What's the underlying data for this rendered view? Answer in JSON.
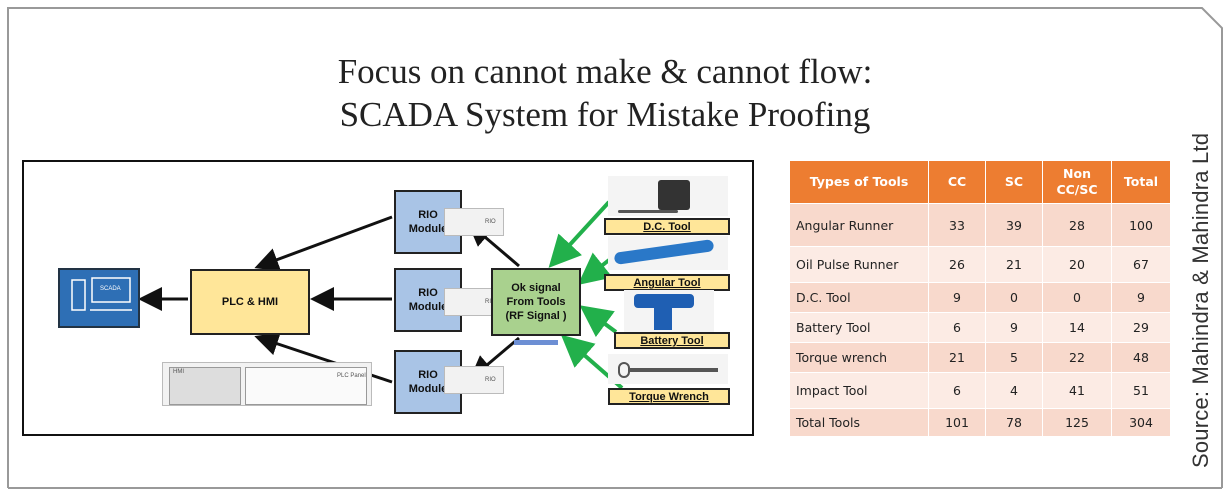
{
  "title": {
    "line1": "Focus on cannot make & cannot flow:",
    "line2": "SCADA System for Mistake Proofing"
  },
  "diagram": {
    "screen_label": "SCADA",
    "plc_label": "PLC & HMI",
    "panel_labels": [
      "HMI",
      "PLC Panel"
    ],
    "rio_label_line1": "RIO",
    "rio_label_line2": "Module",
    "rio_thumb_label": "RIO",
    "ok_signal_lines": [
      "Ok signal",
      "From Tools",
      "(RF Signal )"
    ],
    "tools": [
      "D.C. Tool",
      "Angular Tool",
      "Battery Tool",
      "Torque Wrench"
    ]
  },
  "table": {
    "headers": [
      "Types of Tools",
      "CC",
      "SC",
      "Non CC/SC",
      "Total"
    ],
    "rows": [
      [
        "Angular Runner",
        "33",
        "39",
        "28",
        "100"
      ],
      [
        "Oil Pulse Runner",
        "26",
        "21",
        "20",
        "67"
      ],
      [
        "D.C. Tool",
        "9",
        "0",
        "0",
        "9"
      ],
      [
        "Battery Tool",
        "6",
        "9",
        "14",
        "29"
      ],
      [
        "Torque wrench",
        "21",
        "5",
        "22",
        "48"
      ],
      [
        "Impact Tool",
        "6",
        "4",
        "41",
        "51"
      ],
      [
        "Total Tools",
        "101",
        "78",
        "125",
        "304"
      ]
    ]
  },
  "source": "Source: Mahindra & Mahindra Ltd",
  "colors": {
    "rio": "#a9c4e6",
    "plc": "#ffe699",
    "ok_signal": "#a9d18e",
    "table_header": "#ed7d31",
    "arrow_green": "#22b04b"
  }
}
